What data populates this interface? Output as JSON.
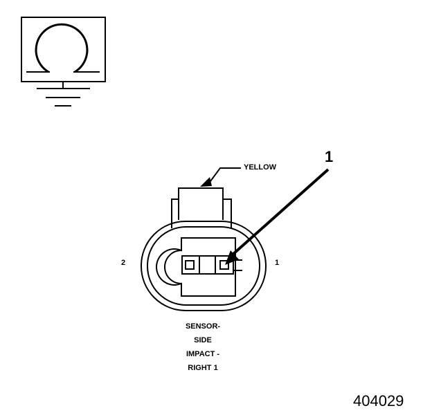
{
  "symbol": {
    "icon": "ohm-resistance-icon",
    "ground_icon": "ground-symbol-icon"
  },
  "connector": {
    "wire_color_label": "YELLOW",
    "pin_left_label": "2",
    "pin_right_label": "1",
    "name_lines": [
      "SENSOR-",
      "SIDE",
      "IMPACT -",
      "RIGHT 1"
    ]
  },
  "callout": {
    "number": "1"
  },
  "figure": {
    "number": "404029"
  },
  "colors": {
    "ink": "#000000",
    "background": "#ffffff"
  }
}
